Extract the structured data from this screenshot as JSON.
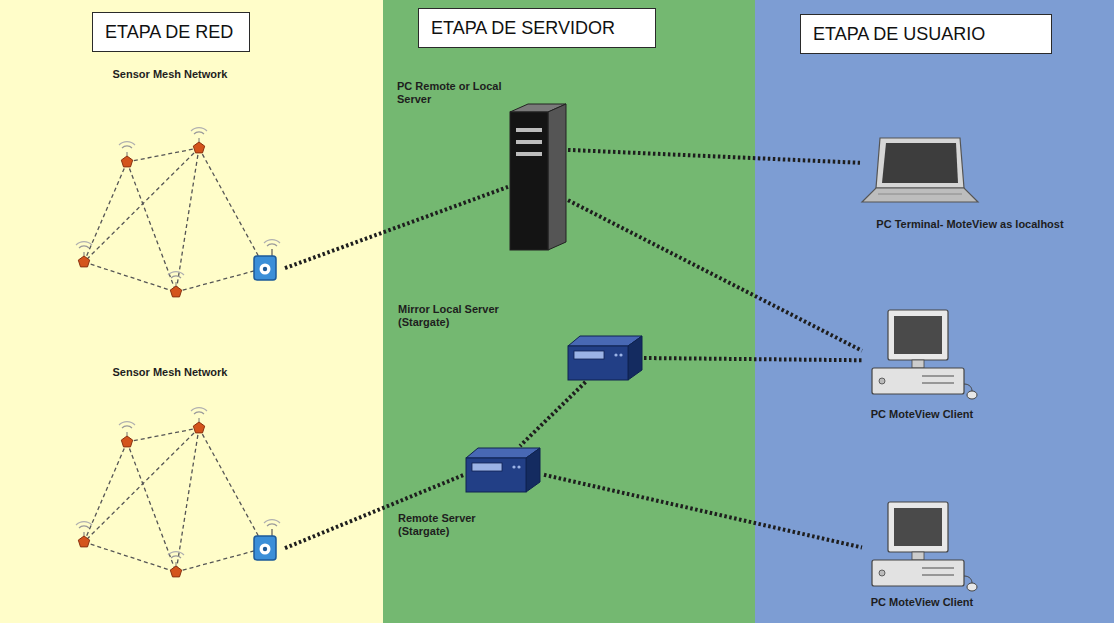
{
  "diagram": {
    "nodes": [
      {
        "text": [
          "ETAPA DE RED"
        ]
      },
      {
        "text": [
          "Sensor Mesh Network"
        ],
        "in": 0
      },
      {
        "text": [
          "Sensor Mesh Network"
        ],
        "in": 0
      },
      {
        "text": [
          "ETAPA DE SERVIDOR"
        ]
      },
      {
        "text": [
          "PC Remote or Local Server"
        ],
        "in": 3
      },
      {
        "text": [
          "Mirror Local Server (Stargate)"
        ],
        "in": 3
      },
      {
        "text": [
          "Remote Server (Stargate)"
        ],
        "in": 3
      },
      {
        "text": [
          "ETAPA DE USUARIO"
        ]
      },
      {
        "text": [
          "PC Terminal- MoteView as localhost"
        ],
        "in": 7
      },
      {
        "text": [
          "PC MoteView Client"
        ],
        "in": 7
      },
      {
        "text": [
          "PC MoteView Client"
        ],
        "in": 7
      }
    ],
    "edges": [
      {
        "from": 1,
        "to": 4,
        "arrow": "none"
      },
      {
        "from": 2,
        "to": 6,
        "arrow": "none"
      },
      {
        "from": 4,
        "to": 8,
        "arrow": "none"
      },
      {
        "from": 4,
        "to": 9,
        "arrow": "none"
      },
      {
        "from": 5,
        "to": 9,
        "arrow": "none"
      },
      {
        "from": 5,
        "to": 6,
        "arrow": "none"
      },
      {
        "from": 6,
        "to": 10,
        "arrow": "none"
      }
    ]
  }
}
